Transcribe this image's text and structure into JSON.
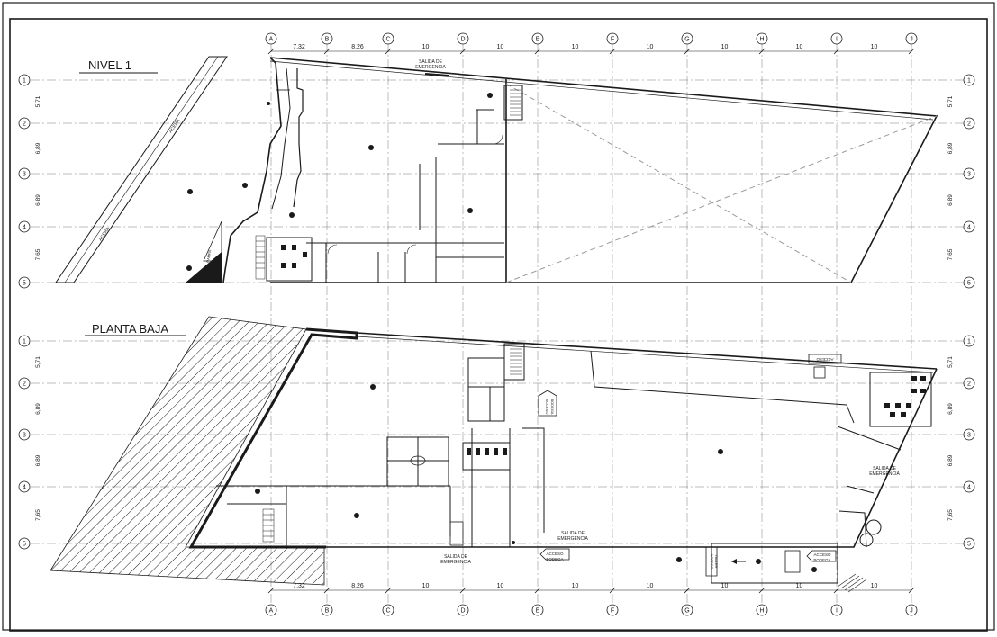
{
  "columns": [
    "A",
    "B",
    "C",
    "D",
    "E",
    "F",
    "G",
    "H",
    "I",
    "J"
  ],
  "rows": [
    "1",
    "2",
    "3",
    "4",
    "5"
  ],
  "col_spacings": [
    "7,32",
    "8,26",
    "10",
    "10",
    "10",
    "10",
    "10",
    "10",
    "10"
  ],
  "row_spacings": [
    "5,71",
    "6,89",
    "6,89",
    "7,65"
  ],
  "plans": {
    "upper": {
      "title": "NIVEL 1",
      "street": "ACERA",
      "stair_label": "RAMPA"
    },
    "lower": {
      "title": "PLANTA BAJA"
    }
  },
  "labels": {
    "emergency_exit": "SALIDA DE EMERGENCIA",
    "warehouse_access": "ACCESO BODEGA",
    "workshop_access": "ACCESO TALLER",
    "service_access": "ACCESO"
  },
  "colors": {
    "line": "#1a1a1a",
    "grid": "#7a7a7a",
    "dashed": "#9a9a9a"
  }
}
